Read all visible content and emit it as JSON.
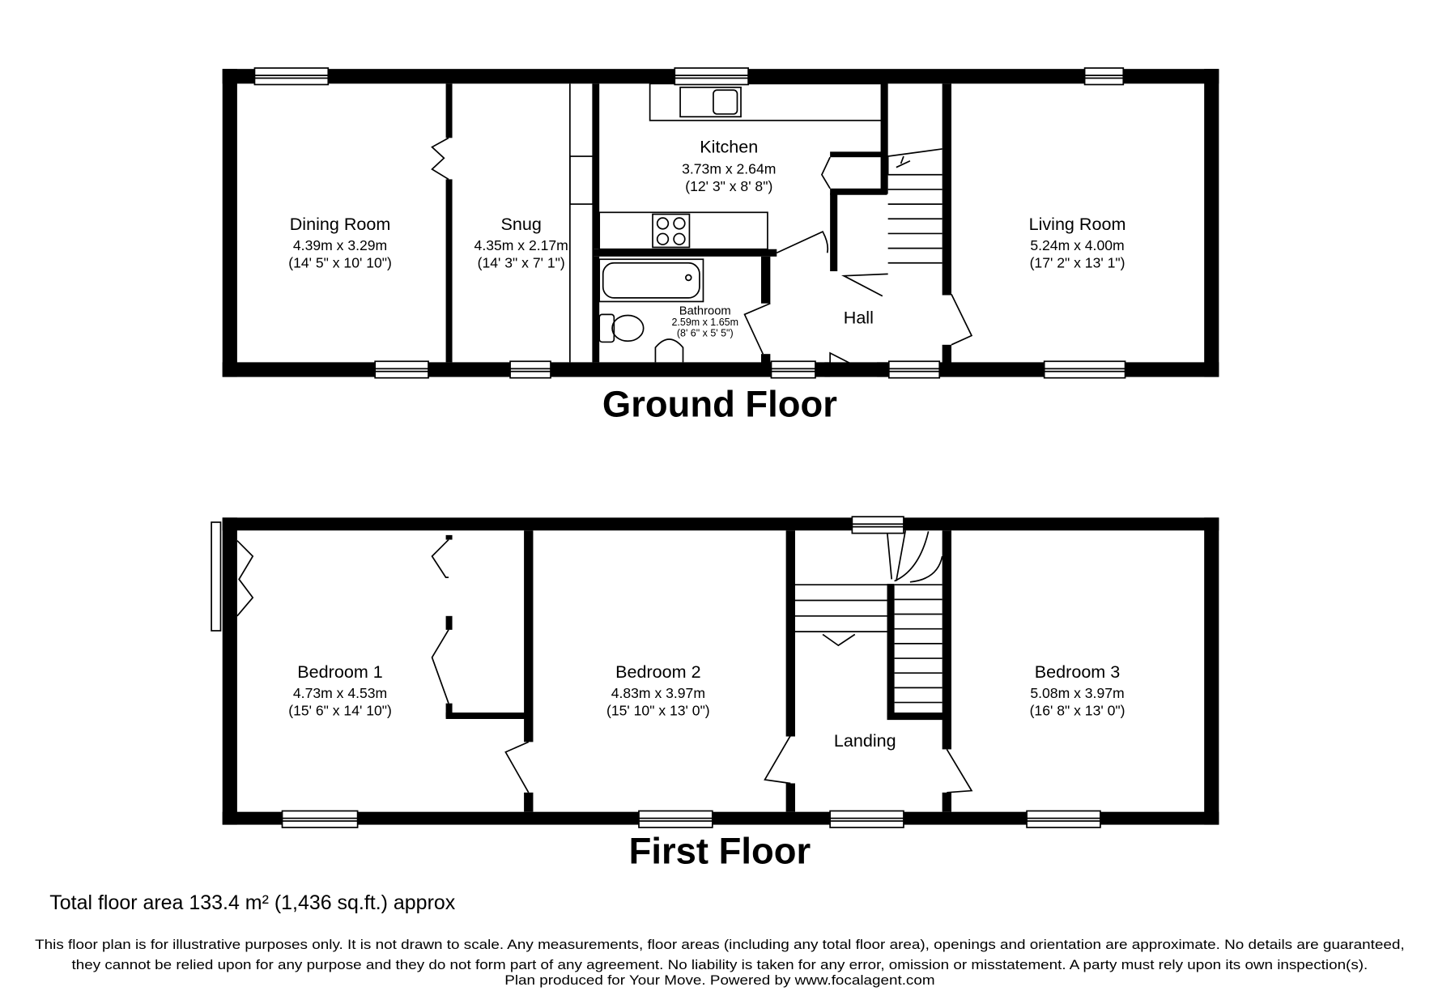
{
  "ground_floor": {
    "title": "Ground Floor",
    "rooms": {
      "dining": {
        "name": "Dining Room",
        "metric": "4.39m x 3.29m",
        "imperial": "(14' 5\" x 10' 10\")"
      },
      "snug": {
        "name": "Snug",
        "metric": "4.35m x 2.17m",
        "imperial": "(14' 3\" x 7' 1\")"
      },
      "kitchen": {
        "name": "Kitchen",
        "metric": "3.73m x 2.64m",
        "imperial": "(12' 3\" x 8' 8\")"
      },
      "bathroom": {
        "name": "Bathroom",
        "metric": "2.59m x 1.65m",
        "imperial": "(8' 6\" x 5' 5\")"
      },
      "hall": {
        "name": "Hall"
      },
      "living": {
        "name": "Living Room",
        "metric": "5.24m x 4.00m",
        "imperial": "(17' 2\" x 13' 1\")"
      }
    }
  },
  "first_floor": {
    "title": "First Floor",
    "rooms": {
      "bed1": {
        "name": "Bedroom 1",
        "metric": "4.73m x 4.53m",
        "imperial": "(15' 6\" x 14' 10\")"
      },
      "bed2": {
        "name": "Bedroom 2",
        "metric": "4.83m x 3.97m",
        "imperial": "(15' 10\" x 13' 0\")"
      },
      "landing": {
        "name": "Landing"
      },
      "bed3": {
        "name": "Bedroom 3",
        "metric": "5.08m x 3.97m",
        "imperial": "(16' 8\" x 13' 0\")"
      }
    }
  },
  "footer": {
    "total_area": "Total floor area 133.4 m² (1,436 sq.ft.) approx",
    "disclaimer_1": "This floor plan is for illustrative purposes only. It is not drawn to scale. Any measurements, floor areas (including any total floor area), openings and orientation are approximate. No details are guaranteed,",
    "disclaimer_2": "they cannot be relied upon for any purpose and they do not form part of any agreement. No liability is taken for any error, omission or misstatement. A party must rely upon its own inspection(s).",
    "credit": "Plan produced for Your Move. Powered by www.focalagent.com"
  }
}
